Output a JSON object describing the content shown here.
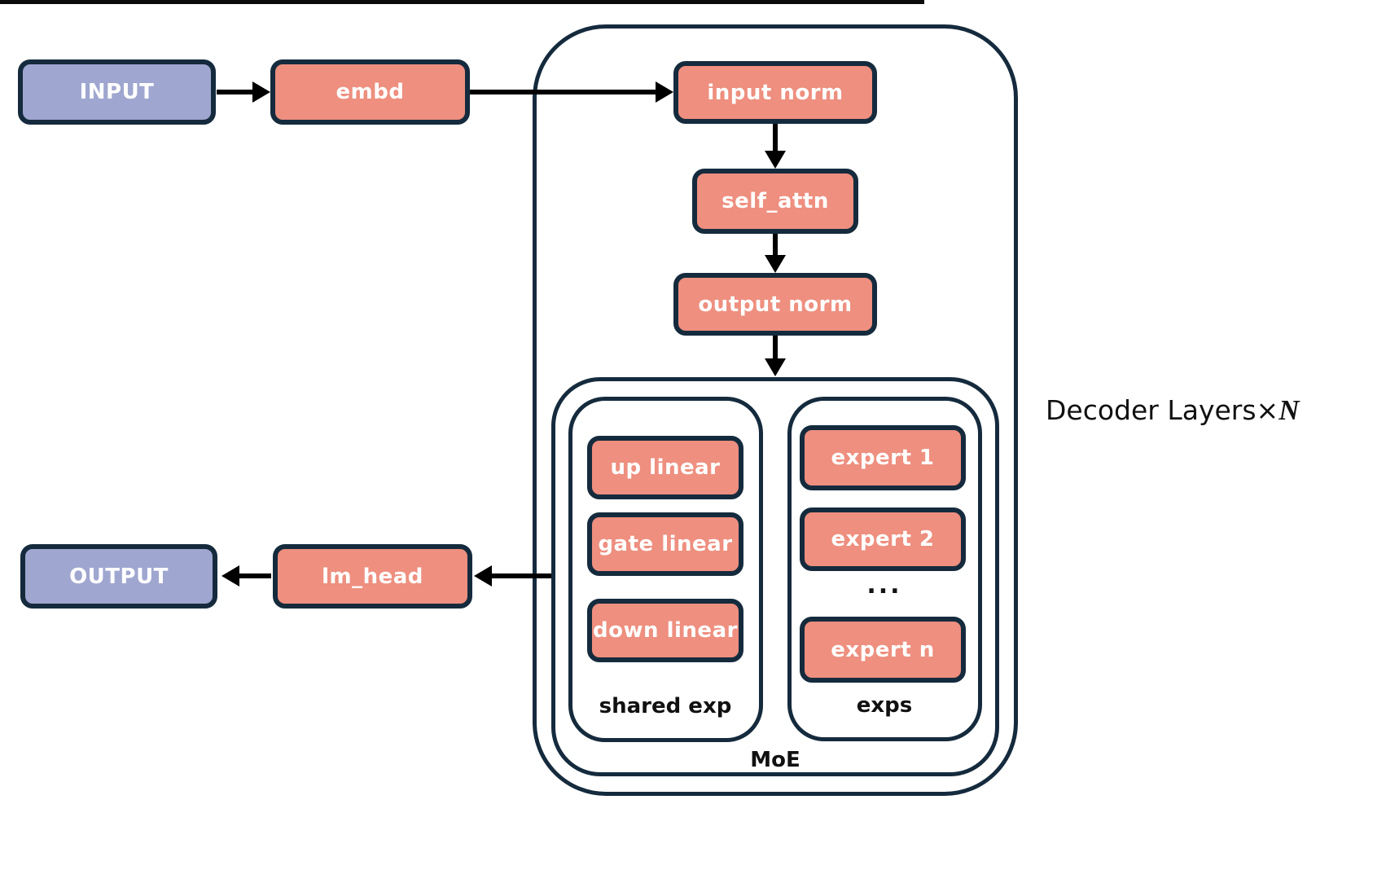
{
  "colors": {
    "node_fill": "#EE8F7F",
    "io_fill": "#9FA6CF",
    "border": "#152B3D",
    "arrow": "#000000",
    "label_text": "#111111",
    "node_text": "#FFFFFF"
  },
  "io": {
    "input": "INPUT",
    "output": "OUTPUT"
  },
  "pipeline": {
    "embd": "embd",
    "lm_head": "lm_head"
  },
  "decoder": {
    "label_prefix": "Decoder Layers×",
    "label_n": "N",
    "input_norm": "input norm",
    "self_attn": "self_attn",
    "output_norm": "output norm",
    "moe": {
      "label": "MoE",
      "shared_exp": {
        "label": "shared exp",
        "up": "up linear",
        "gate": "gate linear",
        "down": "down linear"
      },
      "exps": {
        "label": "exps",
        "expert1": "expert 1",
        "expert2": "expert 2",
        "ellipsis": "...",
        "expert_n": "expert n"
      }
    }
  }
}
